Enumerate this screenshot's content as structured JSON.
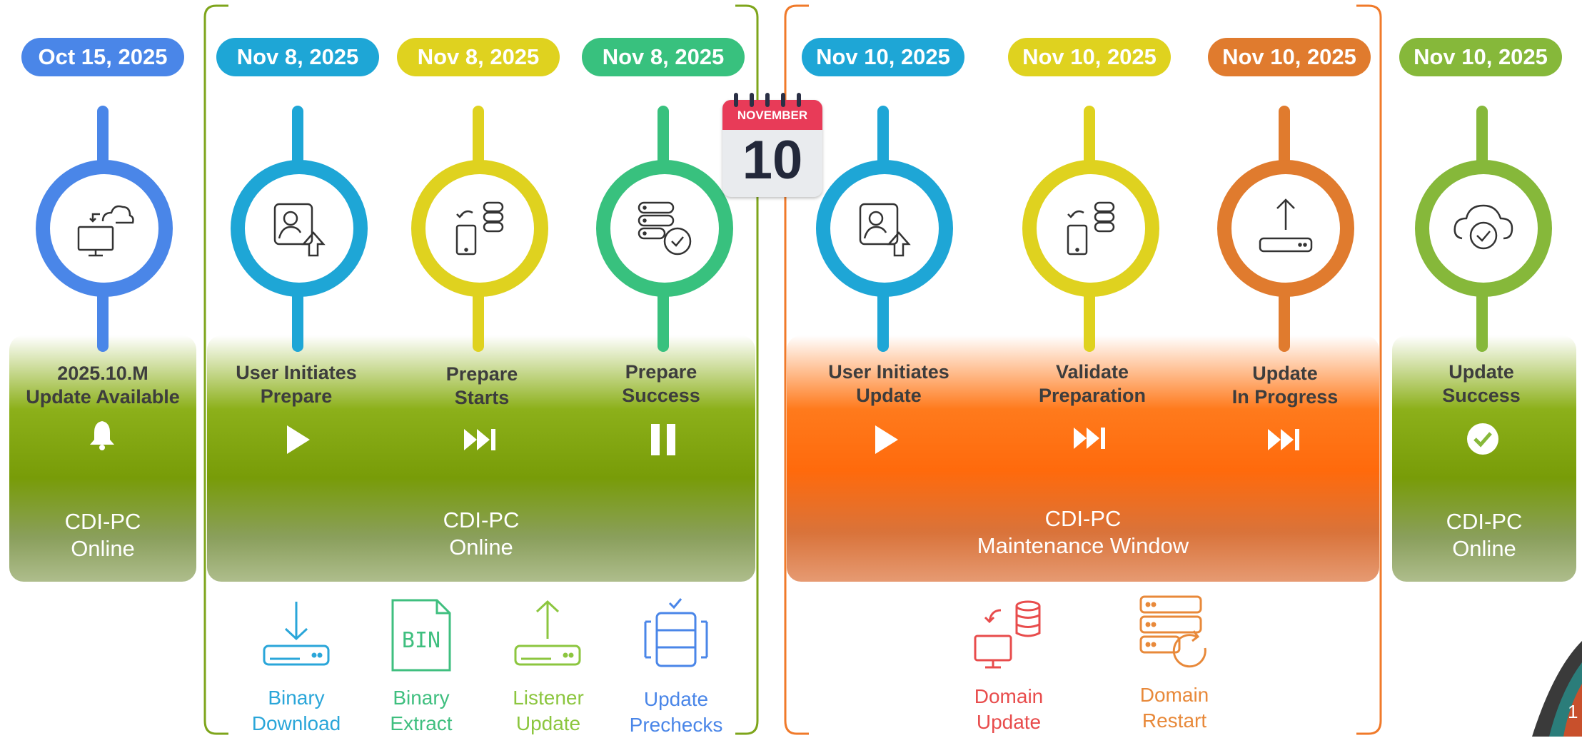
{
  "colors": {
    "blue": "#4a86e8",
    "cyan": "#1ea6d6",
    "yellow": "#dfd21f",
    "green": "#38c17e",
    "orange": "#e07b2e",
    "lime": "#86b83a",
    "band_green": "#789c08",
    "band_orange": "#ff6a0c",
    "group_green": "#7ea51b",
    "group_orange": "#f07a2a"
  },
  "calendar": {
    "month": "NOVEMBER",
    "day": "10"
  },
  "stages": [
    {
      "date": "Oct 15, 2025",
      "color": "blue",
      "icon": "cloud-sync-monitor-icon",
      "label": "2025.10.M\nUpdate Available",
      "control": "bell-icon"
    },
    {
      "date": "Nov 8, 2025",
      "color": "cyan",
      "icon": "user-upload-icon",
      "label": "User Initiates\nPrepare",
      "control": "play-icon"
    },
    {
      "date": "Nov 8, 2025",
      "color": "yellow",
      "icon": "device-database-sync-icon",
      "label": "Prepare\nStarts",
      "control": "fast-forward-icon"
    },
    {
      "date": "Nov 8, 2025",
      "color": "green",
      "icon": "server-check-icon",
      "label": "Prepare\nSuccess",
      "control": "pause-icon"
    },
    {
      "date": "Nov 10, 2025",
      "color": "cyan",
      "icon": "user-upload-icon",
      "label": "User Initiates\nUpdate",
      "control": "play-icon"
    },
    {
      "date": "Nov 10, 2025",
      "color": "yellow",
      "icon": "device-database-sync-icon",
      "label": "Validate\nPreparation",
      "control": "fast-forward-icon"
    },
    {
      "date": "Nov 10, 2025",
      "color": "orange",
      "icon": "upload-router-icon",
      "label": "Update\nIn Progress",
      "control": "fast-forward-icon"
    },
    {
      "date": "Nov 10, 2025",
      "color": "lime",
      "icon": "cloud-check-icon",
      "label": "Update\nSuccess",
      "control": "check-circle-icon"
    }
  ],
  "bands": [
    {
      "text": "CDI-PC\nOnline"
    },
    {
      "text": "CDI-PC\nOnline"
    },
    {
      "text": "CDI-PC\nMaintenance Window"
    },
    {
      "text": "CDI-PC\nOnline"
    }
  ],
  "substeps": [
    {
      "label": "Binary\nDownload",
      "color": "#2aa6d9",
      "icon": "download-router-icon"
    },
    {
      "label": "Binary\nExtract",
      "color": "#3fbf7f",
      "icon": "bin-file-icon"
    },
    {
      "label": "Listener\nUpdate",
      "color": "#8cc63f",
      "icon": "upload-router-icon"
    },
    {
      "label": "Update\nPrechecks",
      "color": "#4a86e8",
      "icon": "database-check-icon"
    },
    {
      "label": "Domain\nUpdate",
      "color": "#e84c4c",
      "icon": "monitor-database-sync-icon"
    },
    {
      "label": "Domain\nRestart",
      "color": "#e8893a",
      "icon": "server-restart-icon"
    }
  ],
  "corner_text": "1"
}
